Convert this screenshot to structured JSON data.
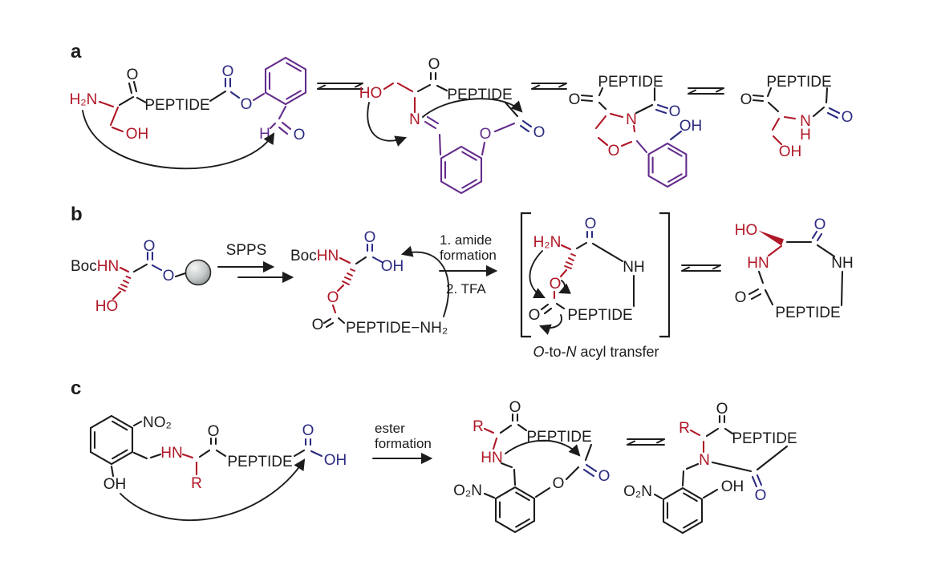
{
  "figure": {
    "panels": {
      "a": {
        "label": "a"
      },
      "b": {
        "label": "b",
        "spps": "SPPS",
        "step1_line1": "1. amide",
        "step1_line2": "formation",
        "step2": "2. TFA",
        "caption": {
          "o": "O",
          "to": "-to-",
          "n": "N",
          "rest": " acyl transfer"
        }
      },
      "c": {
        "label": "c",
        "arrow_line1": "ester",
        "arrow_line2": "formation"
      }
    },
    "atoms": {
      "O": "O",
      "OH": "OH",
      "HO": "HO",
      "H": "H",
      "N": "N",
      "NH": "NH",
      "HN": "HN",
      "H2N": "H₂N",
      "NO2": "NO₂",
      "O2N": "O₂N",
      "R": "R",
      "peptide": "PEPTIDE",
      "peptide_nh2": "PEPTIDE−NH₂",
      "boc": "Boc"
    },
    "colors": {
      "ink": "#1c1c1c",
      "red": "#b01726",
      "blue": "#2b2b82",
      "purple": "#632c8c",
      "background": "#ffffff",
      "bead_edge": "#2a2a2a"
    }
  }
}
